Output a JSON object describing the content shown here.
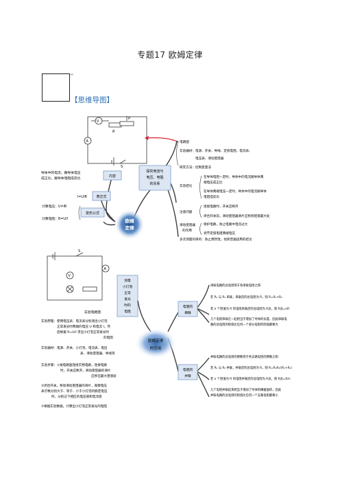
{
  "title": "专题17 欧姆定律",
  "section_heading": "【思维导图】",
  "top_map": {
    "center": {
      "line1": "欧姆",
      "line2": "定律"
    },
    "explore_node": {
      "line1": "探究电流与",
      "line2": "电压、电阻",
      "line3": "的关系"
    },
    "content_node": "内容",
    "expression_node": "表达式",
    "transform_node": "变形公式",
    "content_text": {
      "line1": "导体中的电流，跟导体电压",
      "line2": "成正比，跟导体电阻成反比"
    },
    "expression_text": "I=U/R",
    "calc_u": "计算电压：U=IR",
    "calc_r": "计算电阻：R=U/I",
    "circuit_labels": {
      "v": "V",
      "a": "A",
      "r": "R",
      "p": "P",
      "s": "S"
    },
    "right_items": {
      "circuit": "电路图",
      "equipment1": "实验器材：电源、开关、导线、定值电阻、电流表、",
      "equipment2": "电压表、滑动变阻器",
      "method": "研究方法：控制变量法",
      "conclusion_label": "实验结论",
      "conclusion1a": "在导体电阻一定时，导体中的电流跟导体两",
      "conclusion1b": "端电压成正比",
      "conclusion2a": "在导体两端电压一定时，导体中的电流跟导体",
      "conclusion2b": "电阻成反比",
      "notes_label": "注意问题",
      "note1": "连接电路时，开关应断开",
      "note2": "闭合开关前，滑动变阻器滑片应移到阻值最大处",
      "rheo_label1": "滑动变阻器",
      "rheo_label2": "的作用",
      "rheo1": "保护电路，防止电路中电流过大",
      "rheo2": "调节定值电阻两端电压",
      "multi": "多次测量的目的：防止偶然性，找到普遍适用的结论"
    }
  },
  "bottom_map": {
    "center": {
      "line1": "欧姆定律",
      "line2": "的应用"
    },
    "measure_node": {
      "l1": "测量",
      "l2": "小灯泡",
      "l3": "正常",
      "l4": "发光",
      "l5": "时的",
      "l6": "电阻"
    },
    "series_node": {
      "l1": "电阻的",
      "l2": "串联"
    },
    "parallel_node": {
      "l1": "电阻的",
      "l2": "并联"
    },
    "circuit_caption": "实验电路图",
    "circuit_labels": {
      "v": "V",
      "a": "A",
      "s": "S"
    },
    "principle": {
      "l1": "实验原理：使用电压表、电流表分别测出小灯泡",
      "l2": "正常发光时两端的电压 U 和电流 I，然",
      "l3": "后根据 R=U/I 求出小灯泡正常发光时",
      "l4": "的电阻"
    },
    "equipment": {
      "l1": "实验器材：电源、开关、小灯泡、电流表、电压",
      "l2": "表、滑动变阻器、导线等"
    },
    "steps": {
      "l1": "实验步骤：①按电路图连接实物电路，连接电路",
      "l2": "时，开关应断开，滑动变阻器的滑片",
      "l3": "应移在最大阻值处",
      "l4": "②闭合开关，移动滑动变阻器的滑片，观察电压",
      "l5": "表示数分别大于、等于、小于小灯泡的额定电压",
      "l6": "时，分别记下相应的电压值和电流值",
      "l7": "③根据实验数据，计算出小灯泡正常发光的电阻"
    },
    "series_items": {
      "s1": "串联电路的总电阻等于各串联电阻之和",
      "s2": "若 R₁ 与 R₂ 串联，串联后的总电阻为 R，则 R=R₁+R₂",
      "s3": "若 n 个阻值为 R 的电阻串联后的总电阻为 R总，则 R总=nR",
      "s4a": "几个电阻串联在一起相当于增加了导体的长度，因此串联电",
      "s4b": "路的总电阻的阻值比任何一个部分电阻的阻值都要大"
    },
    "parallel_items": {
      "p1": "并联电路的总电阻的倒数等于各支路电阻的倒数之和",
      "p2": "若 R₁ 与 R₂ 并联，并联后的总电阻为 R，则 R=R₁R₂/(R₁+R₂)",
      "p3": "若 n 个阻值为 R 的电阻并联后的总电阻为 R总，则 R总=R/n",
      "p4a": "几个电阻并联起来相当于增加了导体的横截面积，因此",
      "p4b": "并联电路的总电阻的阻值比任何一个支路电阻都要小"
    }
  }
}
